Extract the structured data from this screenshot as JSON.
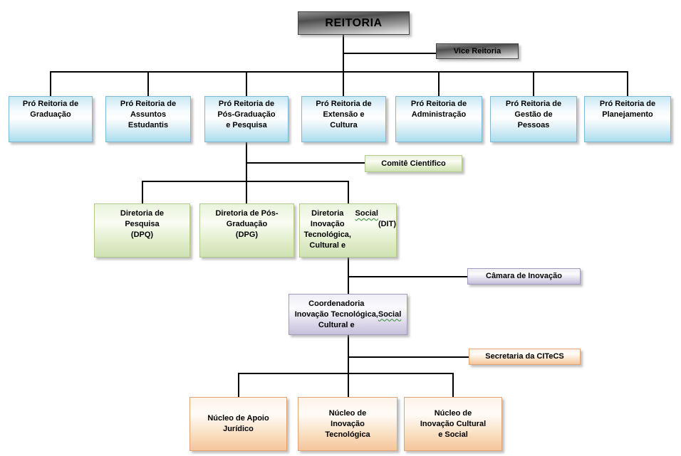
{
  "diagram": {
    "type": "org-chart",
    "nodes": {
      "reitoria": {
        "label": "REITORIA",
        "parent": null
      },
      "vice_reitoria": {
        "label": "Vice Reitoria",
        "parent": "reitoria"
      },
      "pro_graduacao": {
        "label": "Pró Reitoria de\nGraduação",
        "parent": "reitoria"
      },
      "pro_assuntos": {
        "label": "Pró Reitoria de\nAssuntos\nEstudantis",
        "parent": "reitoria"
      },
      "pro_pos_graduacao": {
        "label": "Pró Reitoria de\nPós-Graduação\ne Pesquisa",
        "parent": "reitoria"
      },
      "pro_extensao": {
        "label": "Pró Reitoria de\nExtensão e\nCultura",
        "parent": "reitoria"
      },
      "pro_administracao": {
        "label": "Pró Reitoria de\nAdministração",
        "parent": "reitoria"
      },
      "pro_gestao": {
        "label": "Pró Reitoria de\nGestão de\nPessoas",
        "parent": "reitoria"
      },
      "pro_planejamento": {
        "label": "Pró Reitoria de\nPlanejamento",
        "parent": "reitoria"
      },
      "comite_cientifico": {
        "label": "Comitê Cientifico",
        "parent": "pro_pos_graduacao"
      },
      "dpq": {
        "label": "Diretoria de\nPesquisa\n(DPQ)",
        "parent": "pro_pos_graduacao"
      },
      "dpg": {
        "label": "Diretoria de Pós-\nGraduação\n(DPG)",
        "parent": "pro_pos_graduacao"
      },
      "dit": {
        "label": "Diretoria Inovação\nTecnológica,\nCultural e Social\n(DIT)",
        "parent": "pro_pos_graduacao",
        "squiggle_word": "Social"
      },
      "camara_inovacao": {
        "label": "Câmara de Inovação",
        "parent": "dit"
      },
      "coordenadoria": {
        "label": "Coordenadoria\nInovação Tecnológica,\nCultural e Social",
        "parent": "dit",
        "squiggle_word": "Social"
      },
      "secretaria_citecs": {
        "label": "Secretaria da CITeCS",
        "parent": "coordenadoria"
      },
      "nucleo_juridico": {
        "label": "Núcleo de Apoio\nJurídico",
        "parent": "coordenadoria"
      },
      "nucleo_tecnologica": {
        "label": "Núcleo de\nInovação\nTecnológica",
        "parent": "coordenadoria"
      },
      "nucleo_cultural": {
        "label": "Núcleo de\nInovação Cultural\ne Social",
        "parent": "coordenadoria"
      }
    },
    "palette": {
      "gray_box": {
        "top": "#8f8f8f",
        "bottom": "#e9e9e9",
        "border": "#3f3f3f"
      },
      "blue_box": {
        "top": "#c9e8f3",
        "bottom": "#a9dcec",
        "border": "#7fb8d0"
      },
      "green_box": {
        "top": "#eaf3dd",
        "bottom": "#d0e2b3",
        "border": "#b2ca8c"
      },
      "purple_box": {
        "top": "#efeef6",
        "bottom": "#c6c0da",
        "border": "#a09ac0"
      },
      "orange_box": {
        "top": "#fdf3e9",
        "bottom": "#f5c59c",
        "border": "#dfa579"
      },
      "connector": "#000000",
      "squiggle": "#2e8b2e",
      "background": "#ffffff"
    }
  }
}
